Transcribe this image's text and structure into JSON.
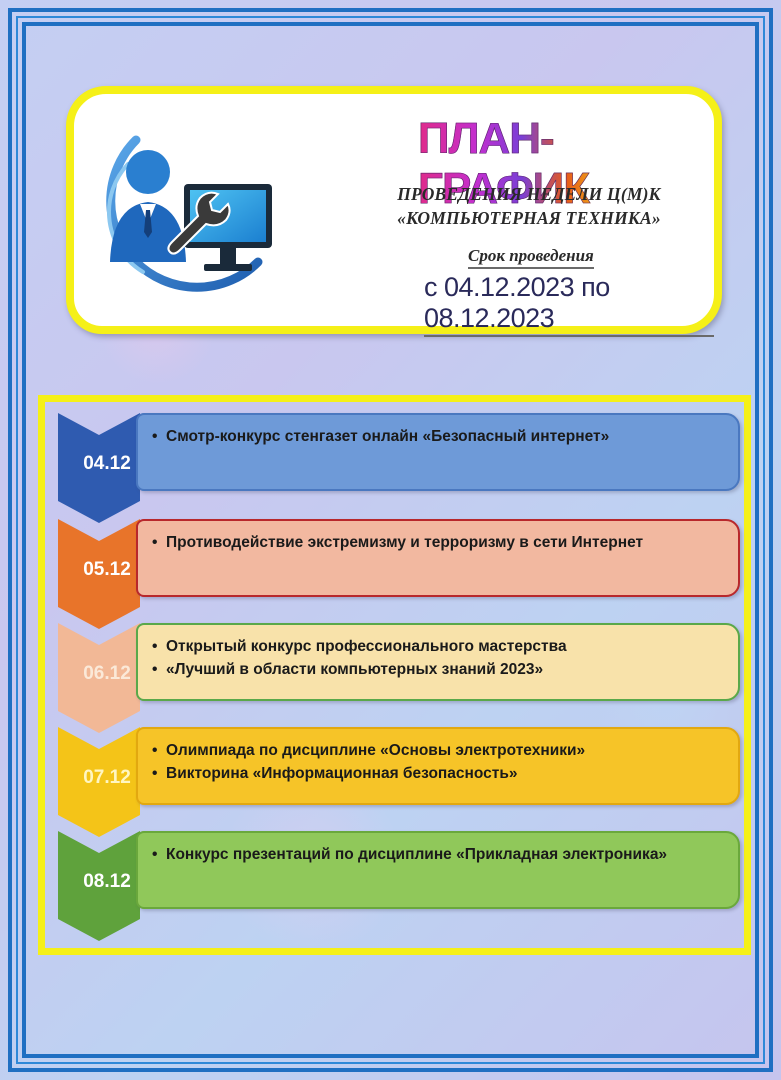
{
  "header": {
    "title": "ПЛАН-ГРАФИК",
    "subtitle_line1": "ПРОВЕДЕНИЯ НЕДЕЛИ Ц(М)К",
    "subtitle_line2": "«КОМПЬЮТЕРНАЯ ТЕХНИКА»",
    "period_label": "Срок проведения",
    "period_dates": "с 04.12.2023 по 08.12.2023",
    "logo_icon": "computer-support-icon"
  },
  "schedule": [
    {
      "date": "04.12",
      "items": [
        "Смотр-конкурс стенгазет онлайн «Безопасный интернет»"
      ],
      "chevron_color": "#2f5bb0",
      "box_color": "#6e9ad8",
      "border_color": "#4a78c0",
      "date_color": "#ffffff"
    },
    {
      "date": "05.12",
      "items": [
        "Противодействие экстремизму и терроризму в сети Интернет"
      ],
      "chevron_color": "#e8742a",
      "box_color": "#f2b8a0",
      "border_color": "#b8282c",
      "date_color": "#ffffff"
    },
    {
      "date": "06.12",
      "items": [
        "Открытый конкурс профессионального мастерства",
        "«Лучший в области компьютерных знаний 2023»"
      ],
      "chevron_color": "#f2b896",
      "box_color": "#f8e2aa",
      "border_color": "#5aa84a",
      "date_color": "#fbe9d8"
    },
    {
      "date": "07.12",
      "items": [
        "Олимпиада по дисциплине «Основы электротехники»",
        "Викторина «Информационная безопасность»"
      ],
      "chevron_color": "#f4c418",
      "box_color": "#f6c428",
      "border_color": "#e2a810",
      "date_color": "#fff6c2"
    },
    {
      "date": "08.12",
      "items": [
        "Конкурс презентаций по дисциплине «Прикладная электроника»"
      ],
      "chevron_color": "#5fa23c",
      "box_color": "#90c85a",
      "border_color": "#6aa83c",
      "date_color": "#ffffff"
    }
  ]
}
